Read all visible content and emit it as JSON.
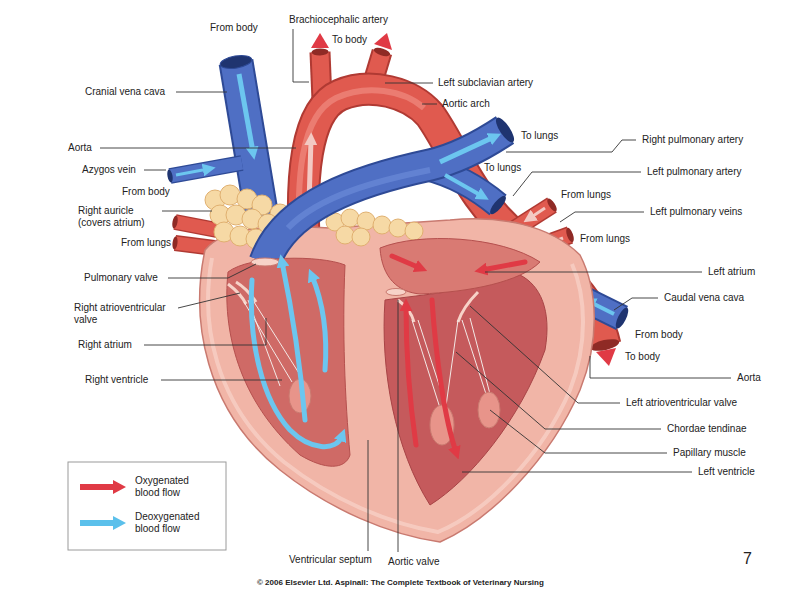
{
  "diagram": {
    "labels": [
      "From body",
      "Brachiocephalic artery",
      "To body",
      "Left subclavian artery",
      "Cranial vena cava",
      "Aortic arch",
      "To lungs",
      "Right pulmonary artery",
      "Aorta",
      "Azygos vein",
      "To lungs",
      "Left pulmonary artery",
      "From body",
      "From lungs",
      "Right auricle (covers atrium)",
      "Left pulmonary veins",
      "From lungs",
      "From lungs",
      "Left atrium",
      "Pulmonary valve",
      "Caudal vena cava",
      "Right atrioventricular valve",
      "From body",
      "Right atrium",
      "To body",
      "Aorta",
      "Right ventricle",
      "Left atrioventricular valve",
      "Chordae tendinae",
      "Papillary muscle",
      "Left ventricle",
      "Ventricular septum",
      "Aortic valve",
      "7",
      "© 2006 Elsevier Ltd. Aspinall: The Complete Textbook of Veterinary Nursing"
    ],
    "legend": [
      {
        "text": "Oxygenated blood flow",
        "color": "#e03a45"
      },
      {
        "text": "Deoxygenated blood flow",
        "color": "#5bc0eb"
      }
    ]
  }
}
